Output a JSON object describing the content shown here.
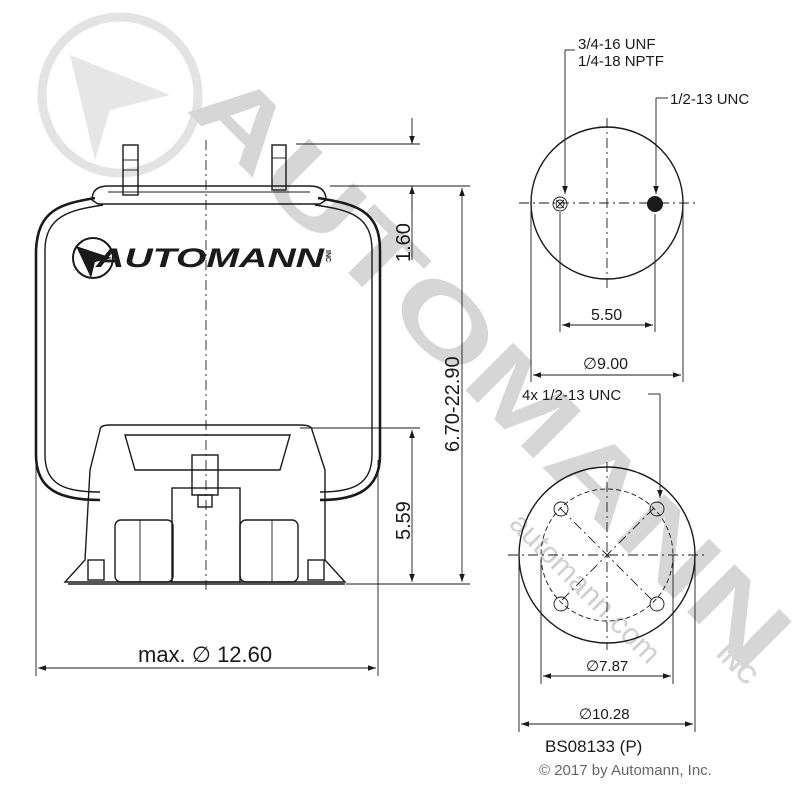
{
  "watermark": {
    "brand": "AUTOMANN",
    "url": "automann.com",
    "suffix": "INC"
  },
  "logo": {
    "text": "AUTOMANN",
    "suffix": "INC"
  },
  "side_view": {
    "dim_top": "1.60",
    "dim_height": "6.70-22.90",
    "dim_piston": "5.59",
    "dim_max_diameter": "max. ∅ 12.60"
  },
  "top_view": {
    "label_fitting_line1": "3/4-16 UNF",
    "label_fitting_line2": "1/4-18 NPTF",
    "label_stud": "1/2-13 UNC",
    "dim_stud_spacing": "5.50",
    "dim_diameter": "∅9.00"
  },
  "bottom_view": {
    "label_bolts": "4x 1/2-13 UNC",
    "dim_bolt_circle": "∅7.87",
    "dim_diameter": "∅10.28"
  },
  "part_number": "BS08133 (P)",
  "copyright": "© 2017 by Automann, Inc.",
  "colors": {
    "line": "#1a1a1a",
    "watermark": "#d9d9d9",
    "background": "#ffffff"
  }
}
